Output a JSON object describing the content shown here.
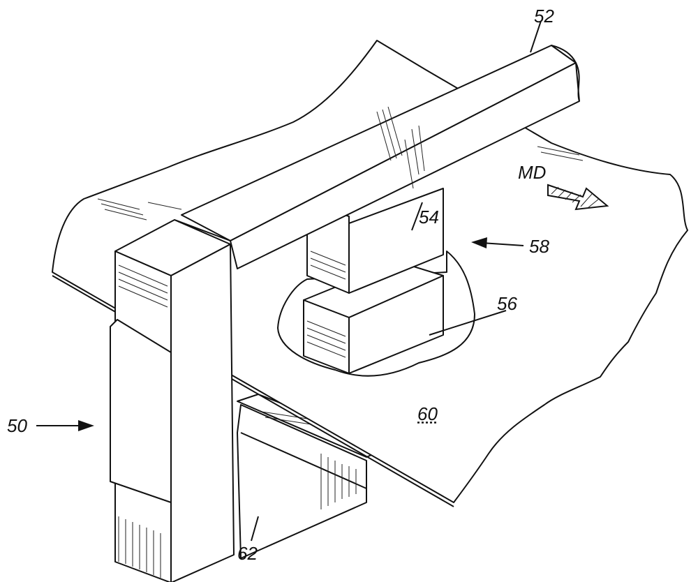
{
  "figure": {
    "labels": {
      "beam": "52",
      "upper_column": "54",
      "lower_block": "56",
      "opening_arrow": "58",
      "post": "50",
      "web": "60",
      "lower_bar": "62",
      "machine_direction": "MD"
    }
  }
}
